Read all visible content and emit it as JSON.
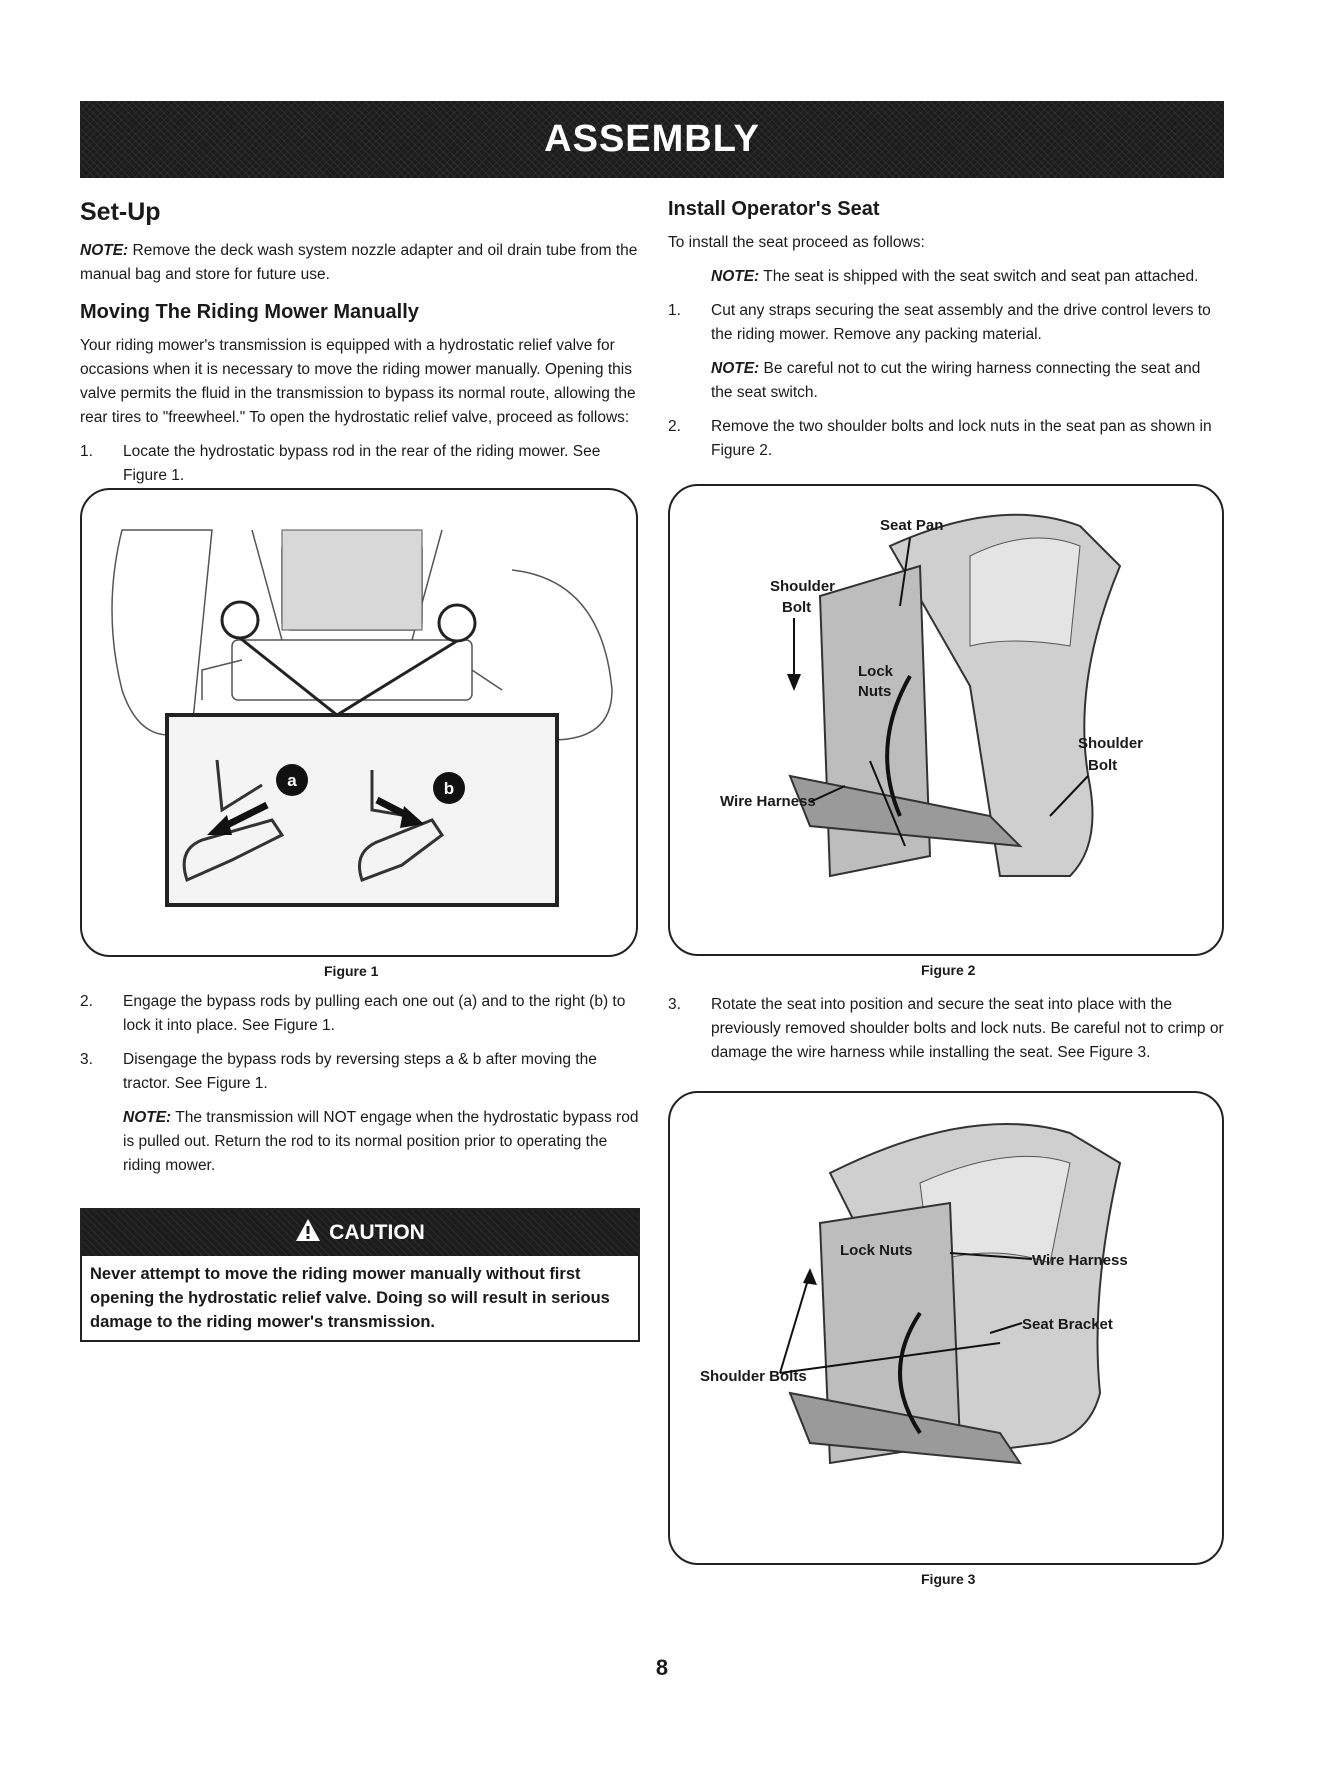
{
  "banner": {
    "title": "ASSEMBLY"
  },
  "setup": {
    "heading": "Set-Up",
    "note_label": "NOTE:",
    "note_text": " Remove the deck wash system nozzle adapter and oil drain tube from the manual bag and store for future use."
  },
  "moving": {
    "heading": "Moving The Riding Mower Manually",
    "intro": "Your riding mower's transmission is equipped with a hydrostatic relief valve for occasions when it is necessary to move the riding mower manually. Opening this valve permits the fluid in the transmission to bypass its normal route, allowing the rear tires to \"freewheel.\" To open the hydrostatic relief valve, proceed as follows:",
    "step1_num": "1.",
    "step1_text": "Locate the hydrostatic bypass rod in the rear of the riding mower. See Figure 1.",
    "step2_num": "2.",
    "step2_text": "Engage the bypass rods by pulling each one out (a) and to the right (b) to lock it into place. See Figure 1.",
    "step3_num": "3.",
    "step3_text": "Disengage the bypass rods by reversing steps a & b after moving the tractor. See Figure 1.",
    "note_label": "NOTE:",
    "note_text": " The transmission will NOT engage when the hydrostatic bypass rod is pulled out. Return the rod to its normal position prior to operating the riding mower."
  },
  "figure1": {
    "caption": "Figure 1",
    "marker_a": "a",
    "marker_b": "b"
  },
  "caution": {
    "title": "CAUTION",
    "text": "Never attempt to move the riding mower manually without first opening the hydrostatic relief valve. Doing so will result in serious damage to the riding mower's transmission."
  },
  "seat": {
    "heading": "Install Operator's Seat",
    "intro": "To install the seat proceed as follows:",
    "note1_label": "NOTE:",
    "note1_text": " The seat is shipped with the seat switch and seat pan attached.",
    "step1_num": "1.",
    "step1_text": "Cut any straps securing the seat assembly and the drive control levers to the riding mower. Remove any packing material.",
    "note2_label": "NOTE:",
    "note2_text": " Be careful not to cut the wiring harness connecting the seat and the seat switch.",
    "step2_num": "2.",
    "step2_text": "Remove the two shoulder bolts and lock nuts in the seat pan as shown in Figure 2.",
    "step3_num": "3.",
    "step3_text": "Rotate the seat into position and secure the seat into place with the previously removed shoulder bolts and lock nuts. Be careful not to crimp or damage the wire harness while installing the seat. See Figure 3."
  },
  "figure2": {
    "caption": "Figure 2",
    "label_seat_pan": "Seat Pan",
    "label_shoulder1": "Shoulder",
    "label_bolt1": "Bolt",
    "label_lock": "Lock",
    "label_nuts": "Nuts",
    "label_shoulder2": "Shoulder",
    "label_bolt2": "Bolt",
    "label_wire": "Wire Harness"
  },
  "figure3": {
    "caption": "Figure 3",
    "label_lock_nuts": "Lock Nuts",
    "label_wire": "Wire Harness",
    "label_bracket": "Seat Bracket",
    "label_bolts": "Shoulder Bolts"
  },
  "page": {
    "number": "8"
  }
}
